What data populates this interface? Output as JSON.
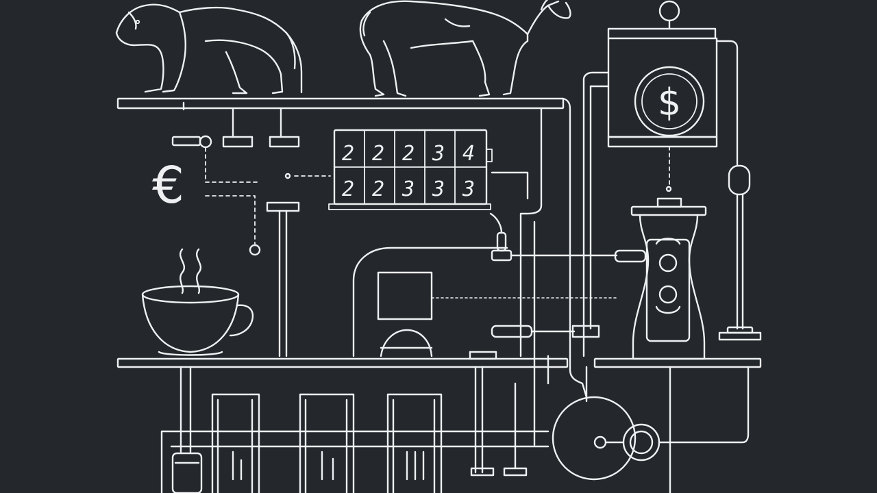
{
  "symbols": {
    "euro": "€",
    "dollar": "$"
  },
  "counter": {
    "row1": [
      "2",
      "2",
      "2",
      "3",
      "4"
    ],
    "row2": [
      "2",
      "2",
      "3",
      "3",
      "3"
    ]
  },
  "colors": {
    "background": "#24282c",
    "line": "#eef0f2"
  },
  "icons": [
    "bear-icon",
    "bull-icon",
    "coffee-cup-icon",
    "euro-icon",
    "dollar-coin-icon",
    "shaker-bottle-icon",
    "gauge-icon"
  ]
}
